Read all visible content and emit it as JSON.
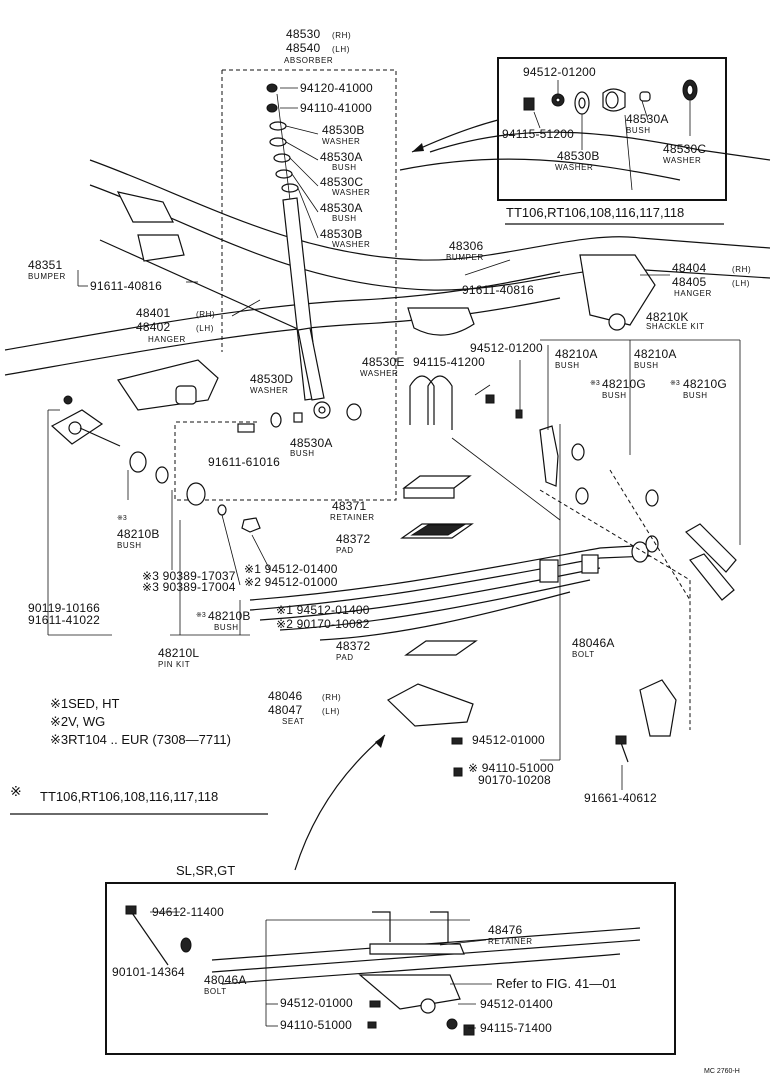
{
  "top_inset": {
    "parts": [
      {
        "part": "94512-01200"
      },
      {
        "part": "94115-51200"
      },
      {
        "part": "48530B",
        "desc": "WASHER"
      },
      {
        "part": "48530A",
        "desc": "BUSH"
      },
      {
        "part": "48530C",
        "desc": "WASHER"
      }
    ],
    "applies_to": "TT106,RT106,108,116,117,118"
  },
  "absorber": {
    "part_rh": "48530",
    "rh": "(RH)",
    "part_lh": "48540",
    "lh": "(LH)",
    "desc": "ABSORBER",
    "items": [
      {
        "part": "94120-41000"
      },
      {
        "part": "94110-41000"
      },
      {
        "part": "48530B",
        "desc": "WASHER"
      },
      {
        "part": "48530A",
        "desc": "BUSH"
      },
      {
        "part": "48530C",
        "desc": "WASHER"
      },
      {
        "part": "48530A",
        "desc": "BUSH"
      },
      {
        "part": "48530B",
        "desc": "WASHER"
      }
    ]
  },
  "labels": {
    "bumper_left": {
      "part": "48351",
      "desc": "BUMPER"
    },
    "bolt_91611_40816": "91611-40816",
    "bumper_right": {
      "part": "48306",
      "desc": "BUMPER"
    },
    "bolt_91611_40816_b": "91611-40816",
    "hanger_right": {
      "part_rh": "48404",
      "rh": "(RH)",
      "part_lh": "48405",
      "lh": "(LH)",
      "desc": "HANGER"
    },
    "shackle_kit": {
      "part": "48210K",
      "desc": "SHACKLE KIT"
    },
    "hanger_left": {
      "part_rh": "48401",
      "rh": "(RH)",
      "part_lh": "48402",
      "lh": "(LH)",
      "desc": "HANGER"
    },
    "washer_48530E": {
      "part": "48530E",
      "desc": "WASHER"
    },
    "nut_94512_01200": "94512-01200",
    "nut_94115_41200": "94115-41200",
    "bush_48210A_1": {
      "part": "48210A",
      "desc": "BUSH"
    },
    "bush_48210A_2": {
      "part": "48210A",
      "desc": "BUSH"
    },
    "bush_48210G_1": {
      "mark": "※3",
      "part": "48210G",
      "desc": "BUSH"
    },
    "bush_48210G_2": {
      "mark": "※3",
      "part": "48210G",
      "desc": "BUSH"
    },
    "washer_48530D": {
      "part": "48530D",
      "desc": "WASHER"
    },
    "bush_48530A_low": {
      "part": "48530A",
      "desc": "BUSH"
    },
    "bolt_91611_61016": "91611-61016",
    "retainer_48371": {
      "part": "48371",
      "desc": "RETAINER"
    },
    "pad_48372_a": {
      "part": "48372",
      "desc": "PAD"
    },
    "pad_48372_b": {
      "part": "48372",
      "desc": "PAD"
    },
    "bush_48210B_a": {
      "mark": "※3",
      "part": "48210B",
      "desc": "BUSH"
    },
    "bush_48210B_b": {
      "mark": "※3",
      "part": "48210B",
      "desc": "BUSH"
    },
    "washer_90389_17037": "※3 90389-17037",
    "washer_90389_17004": "※3 90389-17004",
    "nut_94512_01400_a": "※1 94512-01400",
    "nut_94512_01000_a": "※2 94512-01000",
    "nut_94512_01400_b": "※1 94512-01400",
    "nut_90170_10082": "※2 90170-10082",
    "bolt_90119_10166": "90119-10166",
    "bolt_91611_41022": "91611-41022",
    "pin_kit": {
      "part": "48210L",
      "desc": "PIN KIT"
    },
    "bolt_48046A": {
      "part": "48046A",
      "desc": "BOLT"
    },
    "seat": {
      "part_rh": "48046",
      "rh": "(RH)",
      "part_lh": "48047",
      "lh": "(LH)",
      "desc": "SEAT"
    },
    "nut_94512_01000_b": "94512-01000",
    "nut_94110_51000": "※ 94110-51000",
    "nut_90170_10208": "90170-10208",
    "bolt_91661_40612": "91661-40612"
  },
  "notes": [
    {
      "mark": "※1",
      "text": "SED, HT"
    },
    {
      "mark": "※2",
      "text": "V, WG"
    },
    {
      "mark": "※3",
      "text": "RT104 .. EUR (7308—7711)"
    }
  ],
  "applicability": {
    "mark": "※",
    "text": "TT106,RT106,108,116,117,118"
  },
  "bottom_inset": {
    "title": "SL,SR,GT",
    "bolt_94612_11400": "94612-11400",
    "bolt_90101_14364": "90101-14364",
    "retainer": {
      "part": "48476",
      "desc": "RETAINER"
    },
    "bolt": {
      "part": "48046A",
      "desc": "BOLT"
    },
    "refer": "Refer to FIG. 41—01",
    "nut_94512_01000": "94512-01000",
    "nut_94110_51000": "94110-51000",
    "nut_94512_01400": "94512-01400",
    "nut_94115_71400": "94115-71400"
  },
  "figure_code": "MC 2760-H"
}
